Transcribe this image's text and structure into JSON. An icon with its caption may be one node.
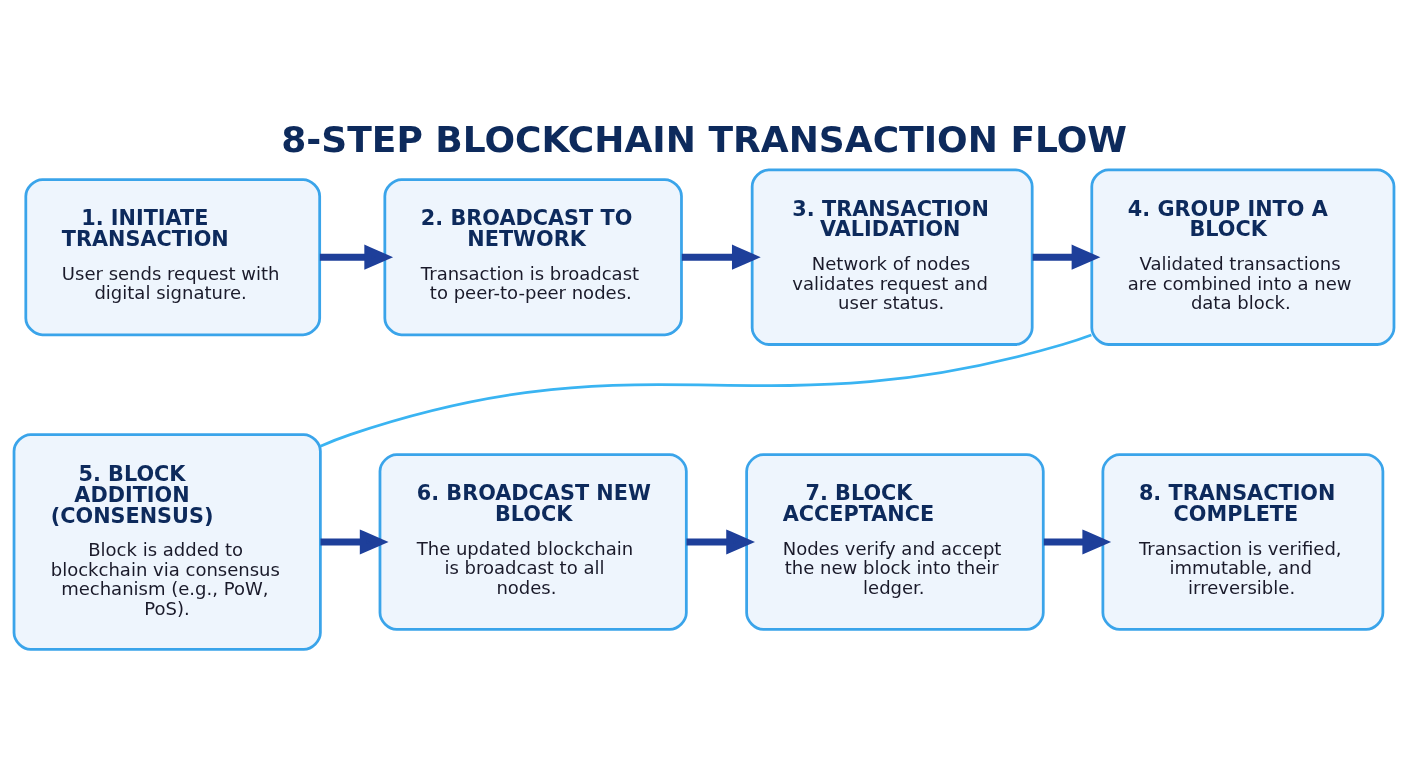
{
  "diagram": {
    "title": "8-STEP BLOCKCHAIN TRANSACTION FLOW",
    "nodes": [
      {
        "text": [
          "1. INITIATE TRANSACTION",
          "User sends request with digital signature."
        ]
      },
      {
        "text": [
          "2. BROADCAST TO NETWORK",
          "Transaction is broadcast to peer-to-peer nodes."
        ]
      },
      {
        "text": [
          "3. TRANSACTION VALIDATION",
          "Network of nodes validates request and user status."
        ]
      },
      {
        "text": [
          "4. GROUP INTO A BLOCK",
          "Validated transactions are combined into a new data block."
        ]
      },
      {
        "text": [
          "5. BLOCK ADDITION (CONSENSUS)",
          "Block is added to blockchain via consensus mechanism (e.g., PoW, PoS)."
        ]
      },
      {
        "text": [
          "6. BROADCAST NEW BLOCK",
          "The updated blockchain is broadcast to all nodes."
        ]
      },
      {
        "text": [
          "7. BLOCK ACCEPTANCE",
          "Nodes verify and accept the new block into their ledger."
        ]
      },
      {
        "text": [
          "8. TRANSACTION COMPLETE",
          "Transaction is verified, immutable, and irreversible."
        ]
      }
    ],
    "edges": [
      {
        "from": 0,
        "to": 1,
        "arrow": "to"
      },
      {
        "from": 1,
        "to": 2,
        "arrow": "to"
      },
      {
        "from": 2,
        "to": 3,
        "arrow": "to"
      },
      {
        "from": 3,
        "to": 4,
        "arrow": "none",
        "color": "#3ab4f2"
      },
      {
        "from": 4,
        "to": 5,
        "arrow": "to"
      },
      {
        "from": 5,
        "to": 6,
        "arrow": "to"
      },
      {
        "from": 6,
        "to": 7,
        "arrow": "to"
      }
    ]
  }
}
